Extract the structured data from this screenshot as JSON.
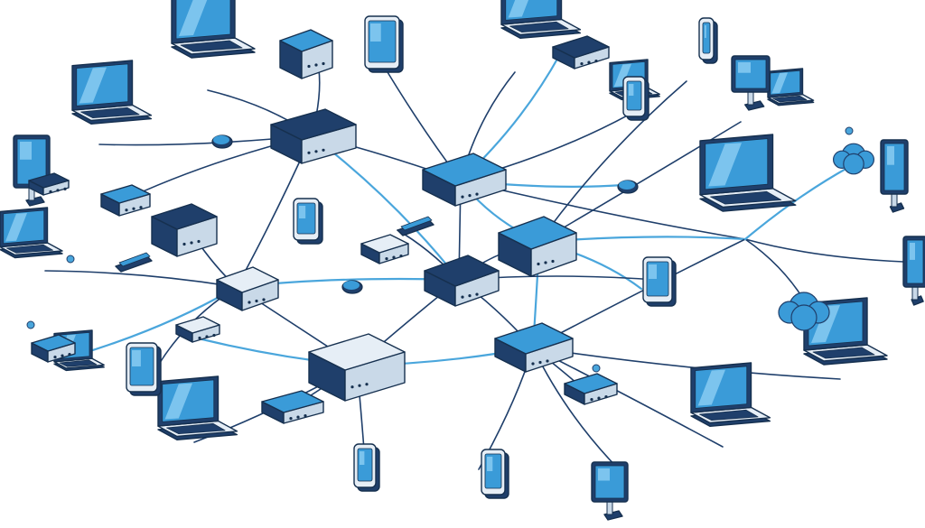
{
  "colors": {
    "background": "#ffffff",
    "navy": "#1f3f6b",
    "navy_dark": "#16304f",
    "screen_blue": "#3a9bd8",
    "screen_light": "#7cc4ee",
    "body_light": "#e6eef6",
    "body_mid": "#c9d9e8",
    "accent_cyan": "#4aa6dc"
  },
  "devices": [
    {
      "kind": "laptop",
      "icon": "laptop-icon"
    },
    {
      "kind": "desktop-monitor",
      "icon": "monitor-icon"
    },
    {
      "kind": "tablet",
      "icon": "tablet-icon"
    },
    {
      "kind": "smartphone",
      "icon": "smartphone-icon"
    },
    {
      "kind": "router",
      "icon": "router-icon"
    },
    {
      "kind": "network-switch",
      "icon": "switch-icon"
    },
    {
      "kind": "server-box",
      "icon": "server-icon"
    },
    {
      "kind": "printer",
      "icon": "printer-icon"
    },
    {
      "kind": "cloud",
      "icon": "cloud-icon"
    },
    {
      "kind": "mouse",
      "icon": "mouse-icon"
    },
    {
      "kind": "usb-drive",
      "icon": "usb-drive-icon"
    }
  ]
}
